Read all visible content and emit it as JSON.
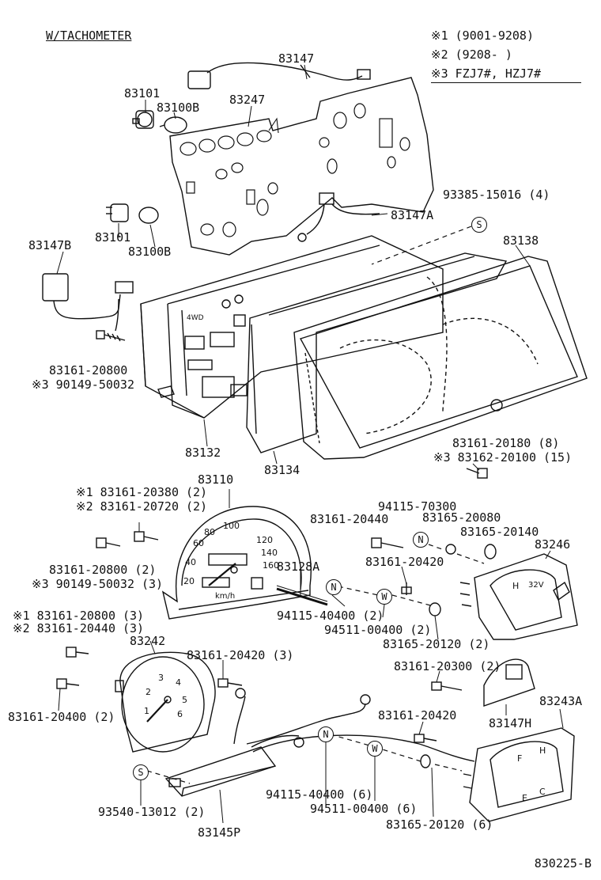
{
  "header": {
    "title": "W/TACHOMETER",
    "notes": [
      "※1  (9001-9208)",
      "※2  (9208-     )",
      "※3  FZJ7#, HZJ7#"
    ]
  },
  "labels": {
    "l83147": "83147",
    "l83101a": "83101",
    "l83100Ba": "83100B",
    "l83247": "83247",
    "l83147A": "83147A",
    "l93385": "93385-15016 (4)",
    "l83101b": "83101",
    "l83100Bb": "83100B",
    "l83147B": "83147B",
    "l83138": "83138",
    "l83161_20800a": "83161-20800",
    "l90149a": "※3 90149-50032",
    "l83132": "83132",
    "l83134": "83134",
    "l83161_20180": "83161-20180 (8)",
    "l83162": "※3 83162-20100 (15)",
    "l83110": "83110",
    "l83161_20380": "※1 83161-20380 (2)",
    "l83161_20720": "※2 83161-20720 (2)",
    "l94115_70300": "94115-70300",
    "l83161_20440a": "83161-20440",
    "l83165_20080": "83165-20080",
    "l83165_20140": "83165-20140",
    "l83246": "83246",
    "l83161_20420a": "83161-20420",
    "l83161_20800b": "83161-20800 (2)",
    "l90149b": "※3 90149-50032 (3)",
    "l83128A": "83128A",
    "l94115_40400a": "94115-40400 (2)",
    "l94511_00400a": "94511-00400 (2)",
    "l83165_20120a": "83165-20120 (2)",
    "l83161_20800c": "※1 83161-20800 (3)",
    "l83161_20440b": "※2 83161-20440 (3)",
    "l83242": "83242",
    "l83161_20420b": "83161-20420 (3)",
    "l83161_20300": "83161-20300 (2)",
    "l83161_20400": "83161-20400 (2)",
    "l83243A": "83243A",
    "l83147H": "83147H",
    "l83161_20420c": "83161-20420",
    "l94115_40400b": "94115-40400 (6)",
    "l94511_00400b": "94511-00400 (6)",
    "l83165_20120b": "83165-20120 (6)",
    "l93540": "93540-13012 (2)",
    "l83145P": "83145P"
  },
  "symbols": {
    "S": "S",
    "N": "N",
    "W": "W"
  },
  "gauges": {
    "speedo_marks": [
      "20",
      "40",
      "60",
      "80",
      "100",
      "120",
      "140",
      "160"
    ],
    "speedo_unit": "km/h",
    "tacho_marks": [
      "1",
      "2",
      "3",
      "4",
      "5",
      "6"
    ],
    "fuel_marks": [
      "F",
      "E"
    ],
    "temp_marks": [
      "H",
      "C"
    ],
    "volt_mark": "32V",
    "fourwd": "4WD"
  },
  "footer": {
    "code": "830225-B"
  }
}
